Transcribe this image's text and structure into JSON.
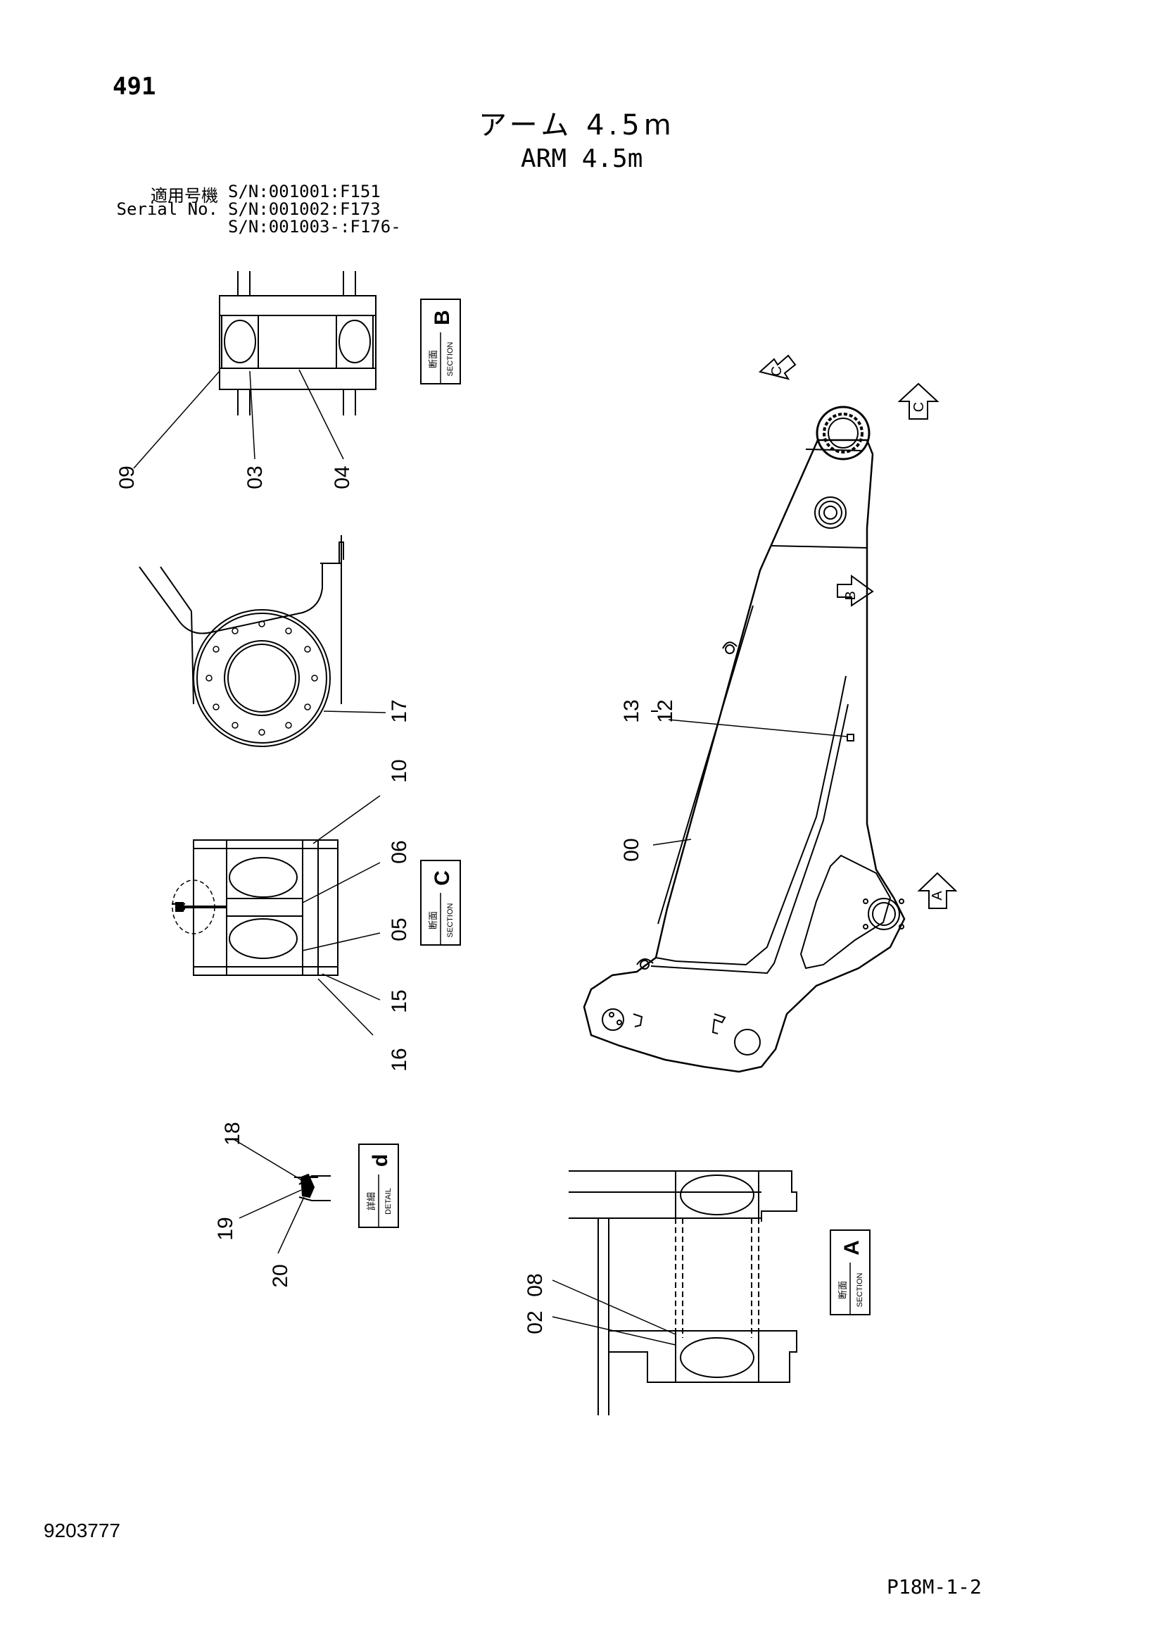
{
  "page_number": "491",
  "title_jp": "アーム 4.5m",
  "title_en": "ARM 4.5m",
  "serial": {
    "label_jp": "適用号機",
    "label_en": "Serial No.",
    "lines": [
      "S/N:001001:F151",
      "S/N:001002:F173",
      "S/N:001003-:F176-"
    ]
  },
  "doc_number": "9203777",
  "sheet_code": "P18M-1-2",
  "views": {
    "section_jp": "断面",
    "section_en": "SECTION",
    "detail_jp": "詳細",
    "detail_en": "DETAIL",
    "section_b": "B",
    "section_c": "C",
    "section_a": "A",
    "detail_d": "d",
    "arrow_a": "A",
    "arrow_b": "B",
    "arrow_c": "C",
    "detail_marker": "d"
  },
  "callouts": {
    "c09": "09",
    "c03": "03",
    "c04": "04",
    "c17": "17",
    "c10": "10",
    "c06": "06",
    "c05": "05",
    "c15": "15",
    "c16": "16",
    "c18": "18",
    "c19": "19",
    "c20": "20",
    "c13": "13",
    "c12": "12",
    "c00": "00",
    "c08": "08",
    "c02": "02"
  }
}
